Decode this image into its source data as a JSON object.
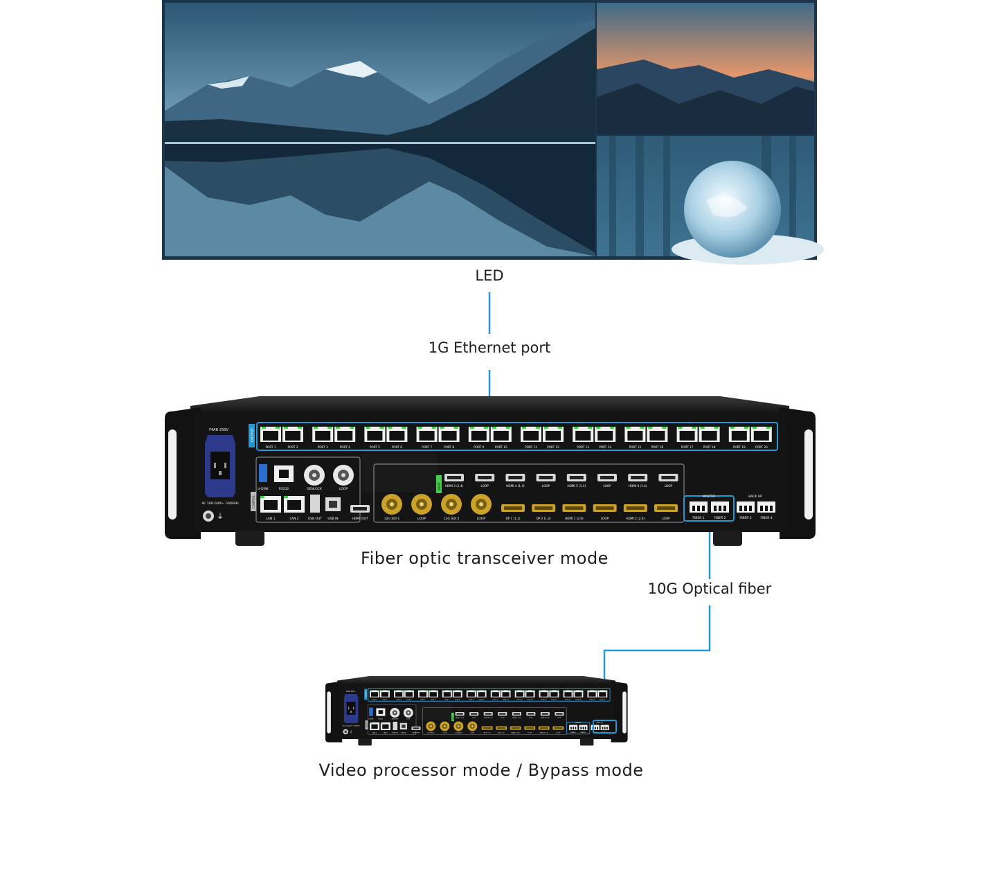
{
  "labels": {
    "led": "LED",
    "ethernet": "1G Ethernet port",
    "fiber_mode": "Fiber optic transceiver mode",
    "optical_fiber": "10G Optical fiber",
    "video_mode": "Video processor mode / Bypass mode"
  },
  "device": {
    "power_rating": "F4AH 250V",
    "ac_input": "AC 100-240V~ 50/60Hz",
    "output_tag": "OUTPUT",
    "input_tag": "INPUT",
    "control_tag": "CONTROL",
    "ports": [
      "PORT 1",
      "PORT 2",
      "PORT 3",
      "PORT 4",
      "PORT 5",
      "PORT 6",
      "PORT 7",
      "PORT 8",
      "PORT 9",
      "PORT 10",
      "PORT 11",
      "PORT 12",
      "PORT 13",
      "PORT 14",
      "PORT 15",
      "PORT 16",
      "PORT 17",
      "PORT 18",
      "PORT 19",
      "PORT 20"
    ],
    "usb_disk": "U-DISK",
    "rs232": "RS232",
    "genlock": "GENLOCK",
    "loop": "LOOP",
    "lan1": "LAN 1",
    "lan2": "LAN 2",
    "usb_out": "USB OUT",
    "usb_in": "USB IN",
    "hdmi_out": "HDMI OUT",
    "sdi1": "12G SDI 1",
    "sdi2": "12G SDI 2",
    "hdmi_top": [
      "HDMI 3 (1.4)",
      "LOOP",
      "HDMI 4 (1.4)",
      "LOOP",
      "HDMI 5 (1.4)",
      "LOOP",
      "HDMI 6 (1.4)",
      "LOOP"
    ],
    "bottom_inputs": [
      "DP 1 (1.2)",
      "DP 2 (1.2)",
      "HDMI 1 (2.0)",
      "LOOP",
      "HDMI 2 (2.0)",
      "LOOP"
    ],
    "master": "MASTER",
    "backup": "BACK UP",
    "fiber1": "FIBER 1",
    "fiber2": "FIBER 2",
    "fiber3": "FIBER 3",
    "fiber4": "FIBER 4"
  },
  "colors": {
    "connector": "#1e9ad6",
    "chassis": "#141414",
    "power_socket": "#2d3a8c",
    "gold": "#c9a227",
    "led_green": "#3fd14a"
  }
}
